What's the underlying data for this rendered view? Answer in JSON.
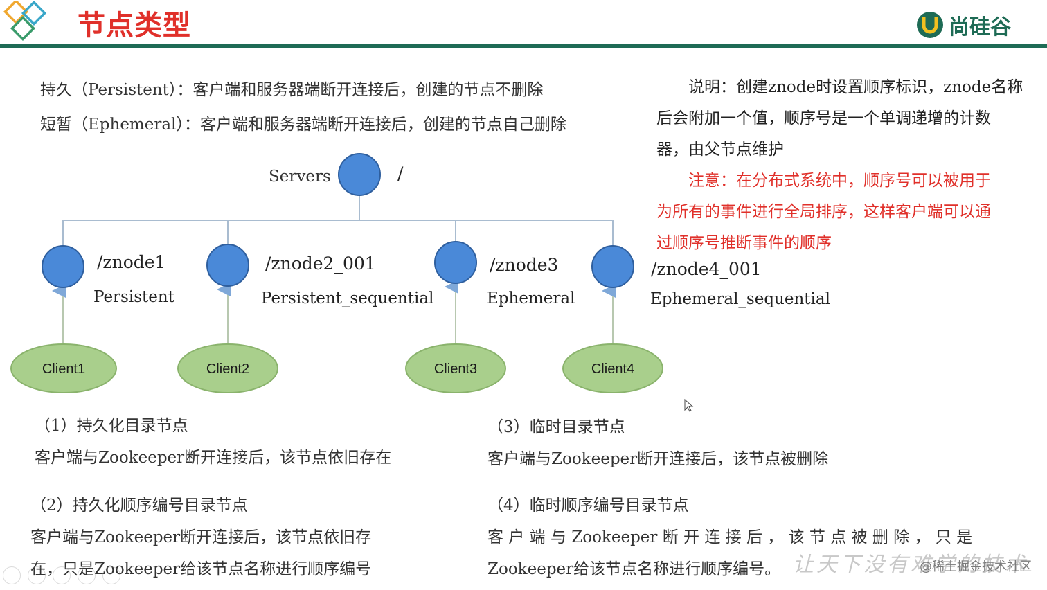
{
  "header": {
    "title": "节点类型",
    "brand": "尚硅谷",
    "colors": {
      "accent_green": "#1e6b55",
      "title_red": "#e0302a",
      "node_blue": "#4a89d8",
      "client_green": "#a9cf8c"
    }
  },
  "definitions": {
    "persistent": "持久（Persistent）：客户端和服务器端断开连接后，创建的节点不删除",
    "ephemeral": "短暂（Ephemeral）：客户端和服务器端断开连接后，创建的节点自己删除"
  },
  "note": {
    "line1": "说明：创建znode时设置顺序标识，znode名称",
    "line2": "后会附加一个值，顺序号是一个单调递增的计数",
    "line3": "器，由父节点维护",
    "warn1": "注意：在分布式系统中，顺序号可以被用于",
    "warn2": "为所有的事件进行全局排序，这样客户端可以通",
    "warn3": "过顺序号推断事件的顺序"
  },
  "diagram": {
    "root_label": "Servers",
    "root_path": "/",
    "nodes": [
      {
        "path": "/znode1",
        "type": "Persistent",
        "client": "Client1"
      },
      {
        "path": "/znode2_001",
        "type": "Persistent_sequential",
        "client": "Client2"
      },
      {
        "path": "/znode3",
        "type": "Ephemeral",
        "client": "Client3"
      },
      {
        "path": "/znode4_001",
        "type": "Ephemeral_sequential",
        "client": "Client4"
      }
    ]
  },
  "sections": {
    "s1_title": "（1）持久化目录节点",
    "s1_body": "客户端与Zookeeper断开连接后，该节点依旧存在",
    "s2_title": "（2）持久化顺序编号目录节点",
    "s2_body1": "客户端与Zookeeper断开连接后，该节点依旧存",
    "s2_body2": "在，只是Zookeeper给该节点名称进行顺序编号",
    "s3_title": "（3）临时目录节点",
    "s3_body": "客户端与Zookeeper断开连接后，该节点被删除",
    "s4_title": "（4）临时顺序编号目录节点",
    "s4_body1": "客 户 端 与 Zookeeper 断 开 连 接 后 ， 该 节 点 被 删 除 ， 只 是",
    "s4_body2": "Zookeeper给该节点名称进行顺序编号。"
  },
  "watermark": "@稀土掘金技术社区",
  "handwriting": "让天下没有难学的技术"
}
